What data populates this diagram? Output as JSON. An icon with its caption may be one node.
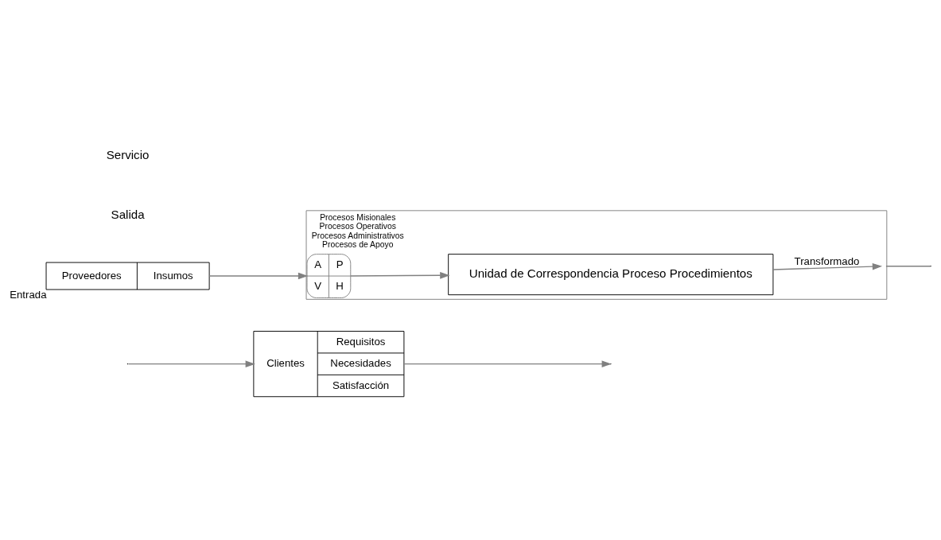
{
  "diagram": {
    "nodes": [
      {
        "text": [
          "Clientes",
          "Requisitos",
          "Necesidades",
          "Satisfacción"
        ]
      },
      {
        "text": [
          "Proveedores",
          "Insumos"
        ],
        "beside": [
          "Entrada"
        ]
      },
      {
        "text": [
          "Procesos Misionales",
          "Procesos Operativos",
          "Procesos Administrativos",
          "Procesos de Apoyo"
        ]
      },
      {
        "text": [
          "A",
          "P",
          "V",
          "H"
        ],
        "in": 2
      },
      {
        "text": [
          "Unidad de Correspondencia Proceso Procedimientos"
        ],
        "in": 2
      }
    ],
    "edges": [
      {
        "from": 0,
        "to": null,
        "arrow": "to"
      },
      {
        "from": 1,
        "to": 2,
        "arrow": "to"
      },
      {
        "from": 3,
        "to": 4,
        "arrow": "to"
      },
      {
        "from": 4,
        "to": 2,
        "arrow": "to",
        "label": "Transformado"
      },
      {
        "from": 2,
        "to": null,
        "arrow": "none"
      },
      {
        "from": null,
        "to": 0,
        "arrow": "to"
      }
    ],
    "labels": [
      "Salida",
      "Servicio"
    ]
  }
}
